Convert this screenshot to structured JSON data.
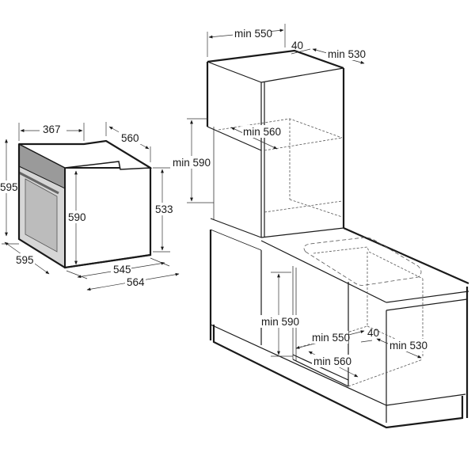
{
  "oven": {
    "width_top": "367",
    "depth_top": "560",
    "height_front": "595",
    "height_body": "590",
    "height_side": "533",
    "width_front": "595",
    "depth_body": "545",
    "depth_total": "564"
  },
  "tall_cabinet": {
    "width": "min 550",
    "back_gap": "40",
    "depth": "min 530",
    "inner_depth": "min 560",
    "height": "min 590"
  },
  "base_cabinet": {
    "height": "min 590",
    "width": "min 550",
    "back_gap": "40",
    "depth": "min 530",
    "inner_depth": "min 560"
  }
}
